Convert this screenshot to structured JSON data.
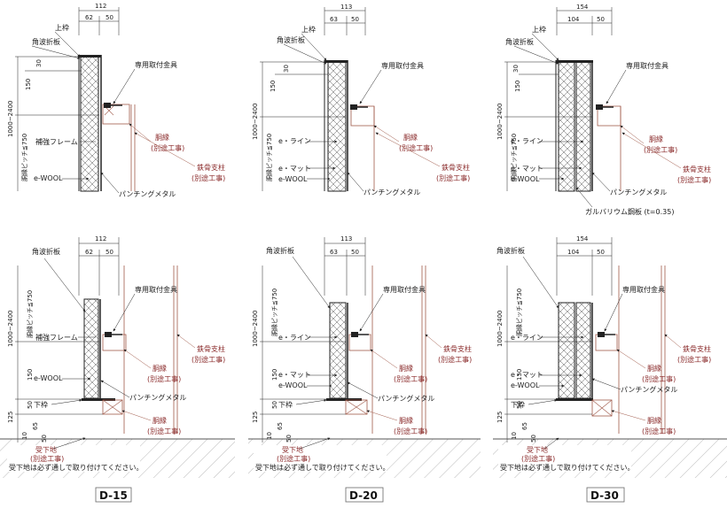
{
  "details": [
    {
      "top": {
        "dims_top": [
          "112",
          "62",
          "50"
        ],
        "left_dims": [
          "30",
          "150",
          "1000~2400",
          "胴縁ピッチ≦750"
        ],
        "labels": [
          "上枠",
          "角波折板",
          "専用取付金具",
          "補強フレーム",
          "e-WOOL",
          "パンチングメタル"
        ],
        "red_labels": [
          "胴縁",
          "(別途工事)",
          "鉄骨支柱",
          "(別途工事)"
        ]
      },
      "bottom": {
        "dims_top": [
          "112",
          "62",
          "50"
        ],
        "left_dims": [
          "胴縁ピッチ≦750",
          "1000~2400",
          "150",
          "50",
          "125",
          "10",
          "65",
          "50"
        ],
        "labels": [
          "角波折板",
          "専用取付金具",
          "補強フレーム",
          "e-WOOL",
          "パンチングメタル",
          "下枠",
          "受下地",
          "(別途工事)"
        ],
        "red_labels": [
          "鉄骨支柱",
          "(別途工事)",
          "胴縁",
          "(別途工事)",
          "胴縁",
          "(別途工事)"
        ],
        "note": "受下地は必ず通しで取り付けてください。"
      },
      "code": "D-15"
    },
    {
      "top": {
        "dims_top": [
          "113",
          "63",
          "50"
        ],
        "left_dims": [
          "30",
          "150",
          "1000~2400",
          "胴縁ピッチ≦750"
        ],
        "labels": [
          "上枠",
          "角波折板",
          "専用取付金具",
          "e・ライン",
          "e・マット",
          "e-WOOL",
          "パンチングメタル"
        ],
        "red_labels": [
          "胴縁",
          "(別途工事)",
          "鉄骨支柱",
          "(別途工事)"
        ]
      },
      "bottom": {
        "dims_top": [
          "113",
          "63",
          "50"
        ],
        "left_dims": [
          "胴縁ピッチ≦750",
          "1000~2400",
          "150",
          "50",
          "125",
          "10",
          "65",
          "50"
        ],
        "labels": [
          "角波折板",
          "専用取付金具",
          "e・ライン",
          "e・マット",
          "e-WOOL",
          "パンチングメタル",
          "下枠",
          "受下地",
          "(別途工事)"
        ],
        "red_labels": [
          "鉄骨支柱",
          "(別途工事)",
          "胴縁",
          "(別途工事)",
          "胴縁",
          "(別途工事)"
        ],
        "note": "受下地は必ず通しで取り付けてください。"
      },
      "code": "D-20"
    },
    {
      "top": {
        "dims_top": [
          "154",
          "104",
          "50"
        ],
        "left_dims": [
          "30",
          "150",
          "1000~2400",
          "胴縁ピッチ≦750"
        ],
        "labels": [
          "上枠",
          "角波折板",
          "専用取付金具",
          "e・ライン",
          "e・マット",
          "e-WOOL",
          "パンチングメタル",
          "ガルバリウム鋼板 (t=0.35)"
        ],
        "red_labels": [
          "胴縁",
          "(別途工事)",
          "鉄骨支柱",
          "(別途工事)"
        ]
      },
      "bottom": {
        "dims_top": [
          "154",
          "104",
          "50"
        ],
        "left_dims": [
          "胴縁ピッチ≦750",
          "1000~2400",
          "150",
          "50",
          "125",
          "10",
          "65",
          "50"
        ],
        "labels": [
          "角波折板",
          "専用取付金具",
          "e・ライン",
          "e・マット",
          "e-WOOL",
          "パンチングメタル",
          "下枠",
          "受下地",
          "(別途工事)"
        ],
        "red_labels": [
          "鉄骨支柱",
          "(別途工事)",
          "胴縁",
          "(別途工事)",
          "胴縁",
          "(別途工事)"
        ],
        "note": "受下地は必ず通しで取り付けてください。"
      },
      "code": "D-30"
    }
  ]
}
